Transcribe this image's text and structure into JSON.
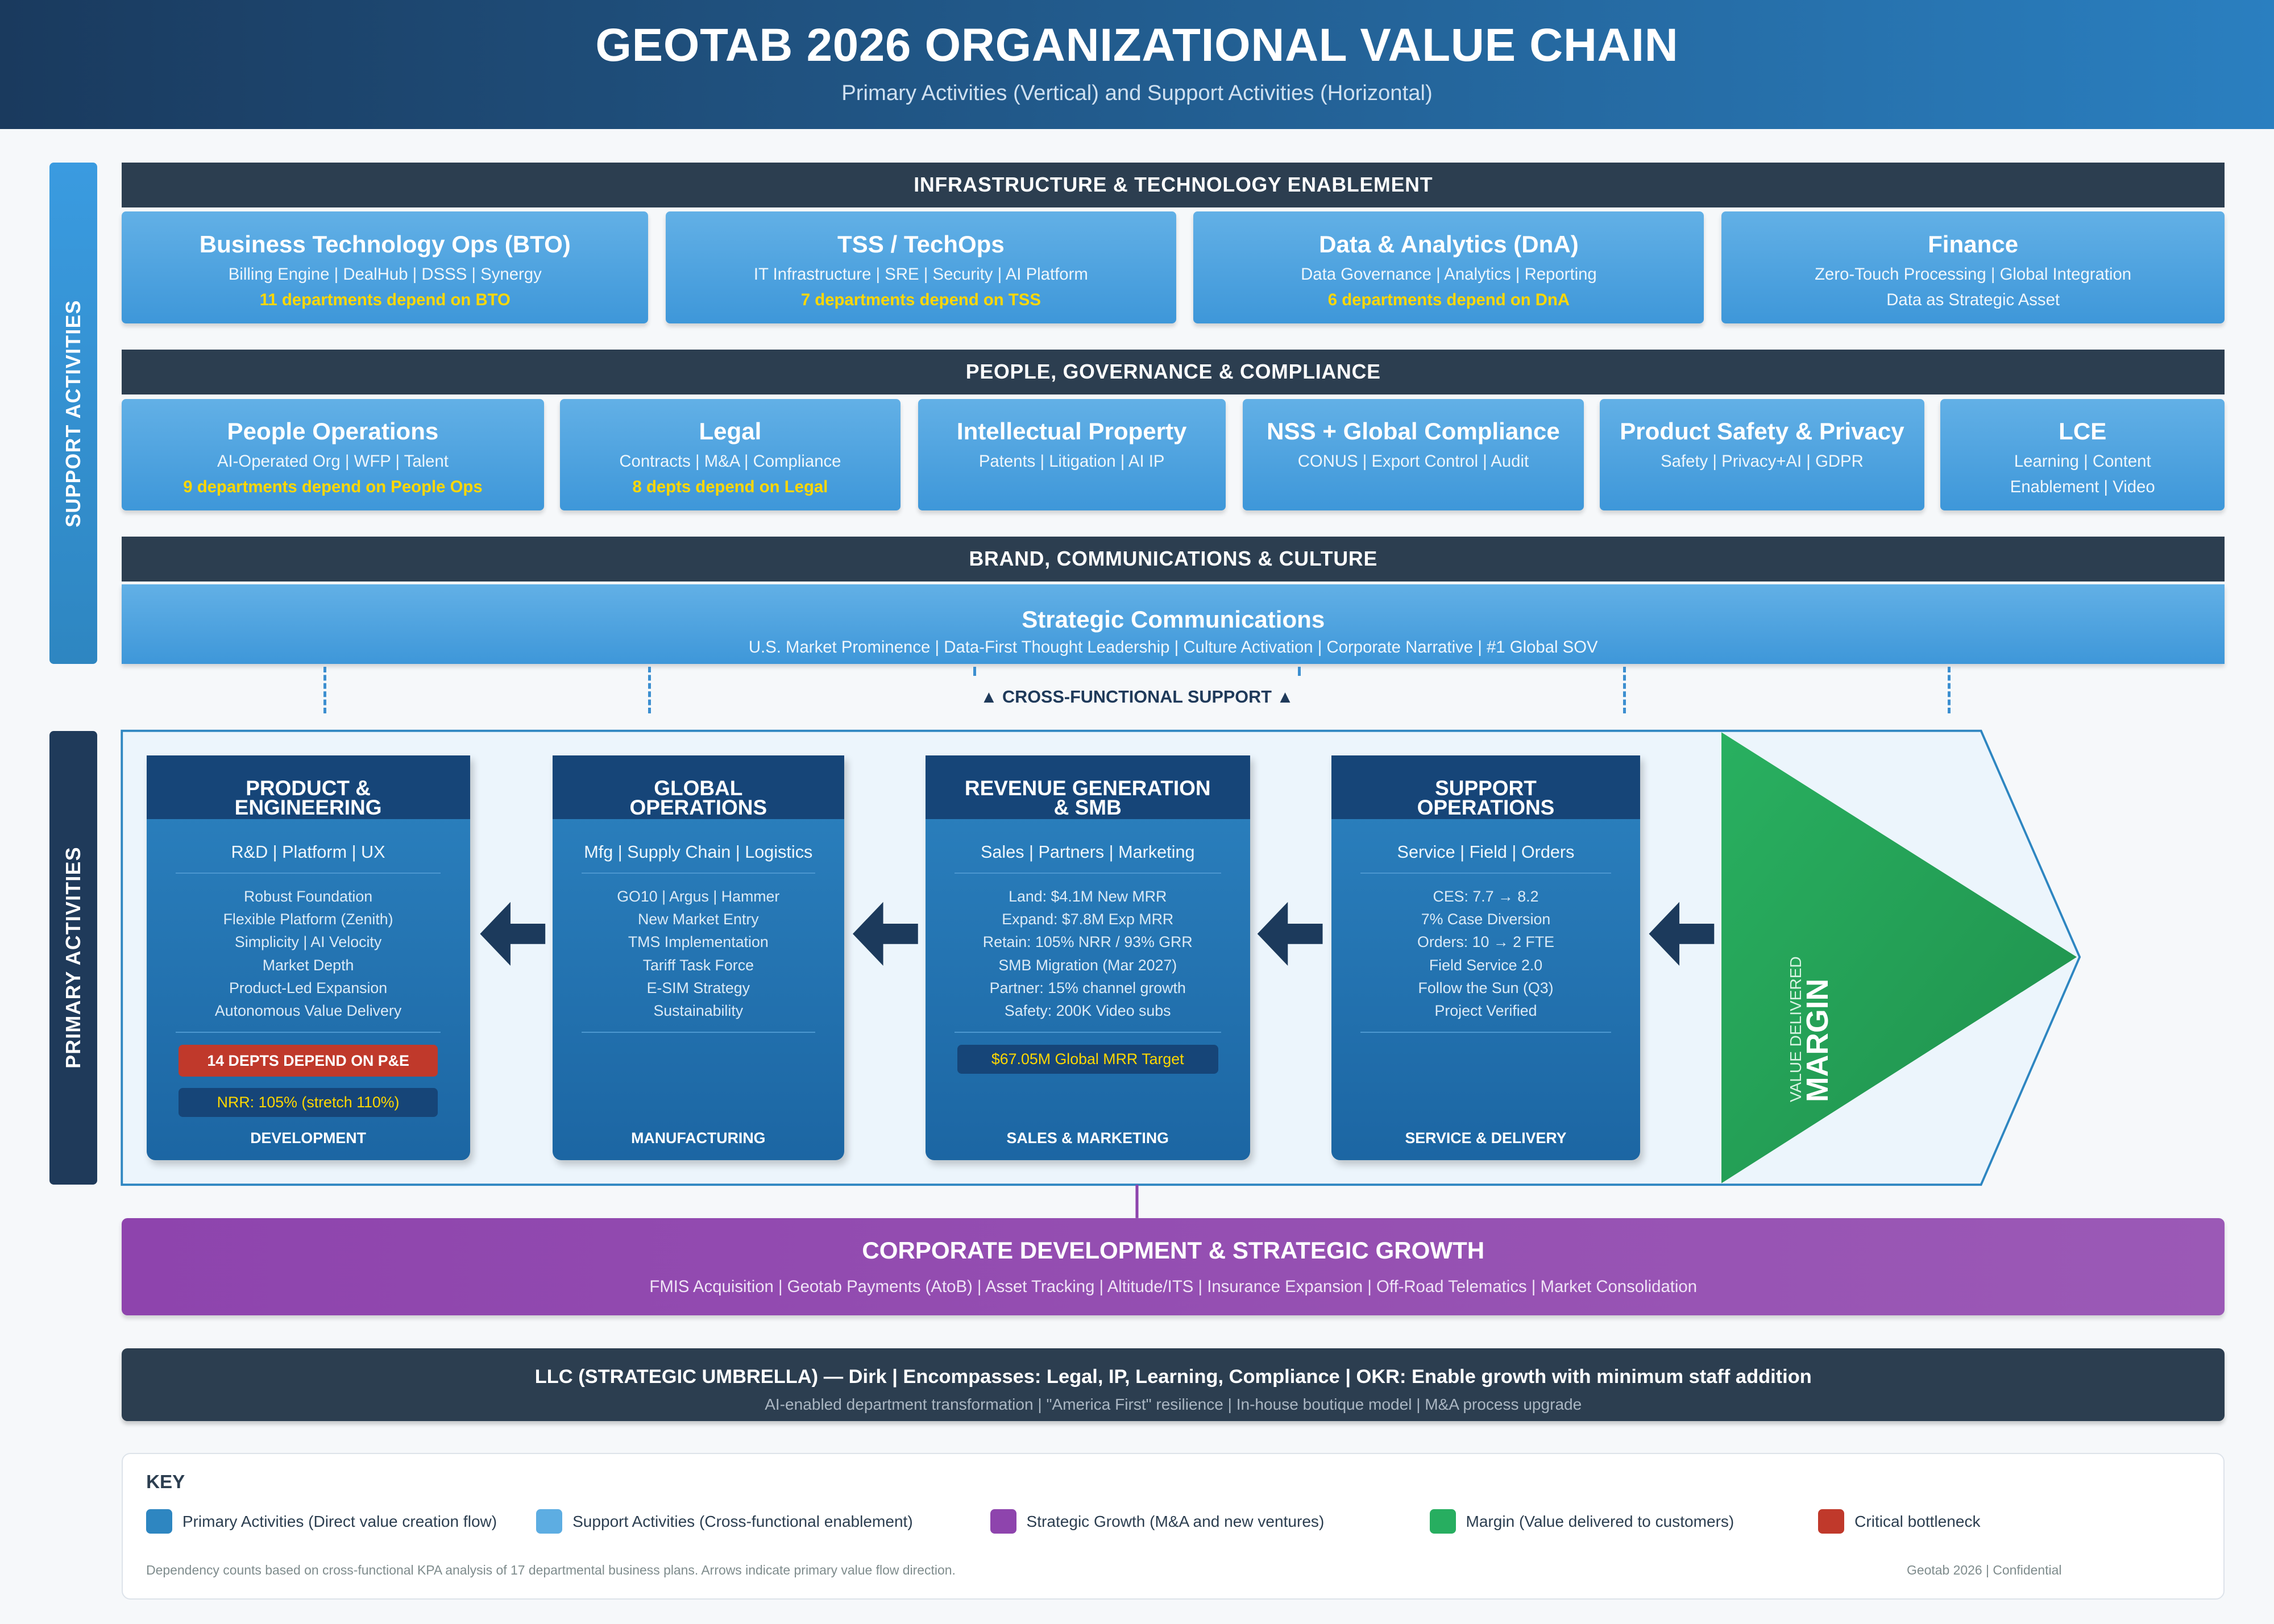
{
  "header": {
    "title": "GEOTAB 2026 ORGANIZATIONAL VALUE CHAIN",
    "subtitle": "Primary Activities (Vertical) and Support Activities (Horizontal)"
  },
  "side": {
    "support": "SUPPORT ACTIVITIES",
    "primary": "PRIMARY ACTIVITIES"
  },
  "infra": {
    "title": "INFRASTRUCTURE & TECHNOLOGY ENABLEMENT",
    "cards": [
      {
        "title": "Business Technology Ops (BTO)",
        "sub": "Billing Engine | DealHub | DSSS | Synergy",
        "dep": "11 departments depend on BTO"
      },
      {
        "title": "TSS / TechOps",
        "sub": "IT Infrastructure | SRE | Security | AI Platform",
        "dep": "7 departments depend on TSS"
      },
      {
        "title": "Data & Analytics (DnA)",
        "sub": "Data Governance | Analytics | Reporting",
        "dep": "6 departments depend on DnA"
      },
      {
        "title": "Finance",
        "sub": "Zero-Touch Processing | Global Integration",
        "sub2": "Data as Strategic Asset"
      }
    ]
  },
  "people": {
    "title": "PEOPLE, GOVERNANCE & COMPLIANCE",
    "cards": [
      {
        "title": "People Operations",
        "sub": "AI-Operated Org | WFP | Talent",
        "dep": "9 departments depend on People Ops"
      },
      {
        "title": "Legal",
        "sub": "Contracts | M&A | Compliance",
        "dep": "8 depts depend on Legal"
      },
      {
        "title": "Intellectual Property",
        "sub": "Patents | Litigation | AI IP"
      },
      {
        "title": "NSS + Global Compliance",
        "sub": "CONUS | Export Control | Audit"
      },
      {
        "title": "Product Safety & Privacy",
        "sub": "Safety | Privacy+AI | GDPR"
      },
      {
        "title": "LCE",
        "sub": "Learning | Content",
        "sub2": "Enablement | Video"
      }
    ]
  },
  "brand": {
    "title": "BRAND, COMMUNICATIONS & CULTURE",
    "card_title": "Strategic Communications",
    "card_sub": "U.S. Market Prominence | Data-First Thought Leadership | Culture Activation | Corporate Narrative | #1 Global SOV"
  },
  "cross_support": "▲ CROSS-FUNCTIONAL SUPPORT ▲",
  "primary": [
    {
      "title1": "PRODUCT &",
      "title2": "ENGINEERING",
      "focus": "R&D | Platform | UX",
      "items": [
        "Robust Foundation",
        "Flexible Platform (Zenith)",
        "Simplicity | AI Velocity",
        "Market Depth",
        "Product-Led Expansion",
        "Autonomous Value Delivery"
      ],
      "critical": "14 DEPTS DEPEND ON P&E",
      "metric": "NRR: 105% (stretch 110%)",
      "footer": "DEVELOPMENT"
    },
    {
      "title1": "GLOBAL",
      "title2": "OPERATIONS",
      "focus": "Mfg | Supply Chain | Logistics",
      "items": [
        "GO10 | Argus | Hammer",
        "New Market Entry",
        "TMS Implementation",
        "Tariff Task Force",
        "E-SIM Strategy",
        "Sustainability"
      ],
      "footer": "MANUFACTURING"
    },
    {
      "title1": "REVENUE GENERATION",
      "title2": "& SMB",
      "focus": "Sales | Partners | Marketing",
      "items": [
        "Land: $4.1M New MRR",
        "Expand: $7.8M Exp MRR",
        "Retain: 105% NRR / 93% GRR",
        "SMB Migration (Mar 2027)",
        "Partner: 15% channel growth",
        "Safety: 200K Video subs"
      ],
      "metric": "$67.05M Global MRR Target",
      "footer": "SALES & MARKETING"
    },
    {
      "title1": "SUPPORT",
      "title2": "OPERATIONS",
      "focus": "Service | Field | Orders",
      "items": [
        "CES: 7.7 → 8.2",
        "7% Case Diversion",
        "Orders: 10 → 2 FTE",
        "Field Service 2.0",
        "Follow the Sun (Q3)",
        "Project Verified"
      ],
      "footer": "SERVICE & DELIVERY"
    }
  ],
  "margin": {
    "sub": "VALUE DELIVERED",
    "title": "MARGIN"
  },
  "corpdev": {
    "title": "CORPORATE DEVELOPMENT & STRATEGIC GROWTH",
    "sub": "FMIS Acquisition | Geotab Payments (AtoB) | Asset Tracking | Altitude/ITS | Insurance Expansion | Off-Road Telematics | Market Consolidation"
  },
  "llc": {
    "title": "LLC (STRATEGIC UMBRELLA) — Dirk | Encompasses: Legal, IP, Learning, Compliance | OKR: Enable growth with minimum staff addition",
    "sub": "AI-enabled department transformation | \"America First\" resilience | In-house boutique model | M&A process upgrade"
  },
  "key": {
    "title": "KEY",
    "items": [
      {
        "label": "Primary Activities (Direct value creation flow)",
        "color": "#2e86c1"
      },
      {
        "label": "Support Activities (Cross-functional enablement)",
        "color": "#5dade2"
      },
      {
        "label": "Strategic Growth (M&A and new ventures)",
        "color": "#8e44ad"
      },
      {
        "label": "Margin (Value delivered to customers)",
        "color": "#27ae60"
      },
      {
        "label": "Critical bottleneck",
        "color": "#c0392b"
      }
    ],
    "note": "Dependency counts based on cross-functional KPA analysis of 17 departmental business plans. Arrows indicate primary value flow direction.",
    "confidential": "Geotab 2026 | Confidential"
  }
}
